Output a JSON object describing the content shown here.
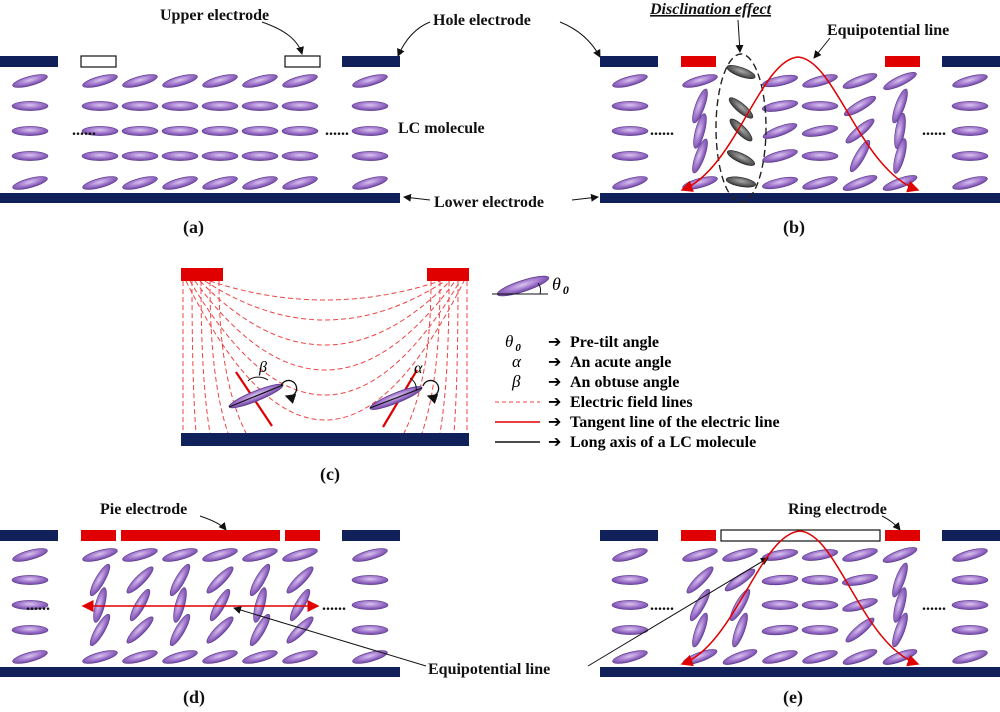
{
  "labels": {
    "upper_electrode": "Upper electrode",
    "hole_electrode": "Hole electrode",
    "lc_molecule": "LC molecule",
    "lower_electrode": "Lower electrode",
    "disclination_effect": "Disclination effect",
    "equipotential_line": "Equipotential line",
    "pie_electrode": "Pie electrode",
    "ring_electrode": "Ring electrode",
    "ellipsis": "......"
  },
  "panels": {
    "a": "(a)",
    "b": "(b)",
    "c": "(c)",
    "d": "(d)",
    "e": "(e)"
  },
  "symbols": {
    "theta0": "θ",
    "theta0_sub": "0",
    "alpha": "α",
    "beta": "β"
  },
  "legend": [
    {
      "symbol": "θ",
      "sub": "0",
      "text": "Pre-tilt angle"
    },
    {
      "symbol": "α",
      "sub": "",
      "text": "An acute angle"
    },
    {
      "symbol": "β",
      "sub": "",
      "text": "An obtuse angle"
    },
    {
      "symbol": "",
      "sub": "",
      "text": "Electric field lines"
    },
    {
      "symbol": "",
      "sub": "",
      "text": "Tangent line of the electric line"
    },
    {
      "symbol": "",
      "sub": "",
      "text": "Long axis of a LC molecule"
    }
  ],
  "colors": {
    "electrode_dark": "#10205a",
    "electrode_red": "#e00000",
    "lc_fill": "#9b6fc8",
    "lc_stroke": "#5a3a8a",
    "field_line": "#ee4444",
    "dark_molecule": "#555555"
  }
}
